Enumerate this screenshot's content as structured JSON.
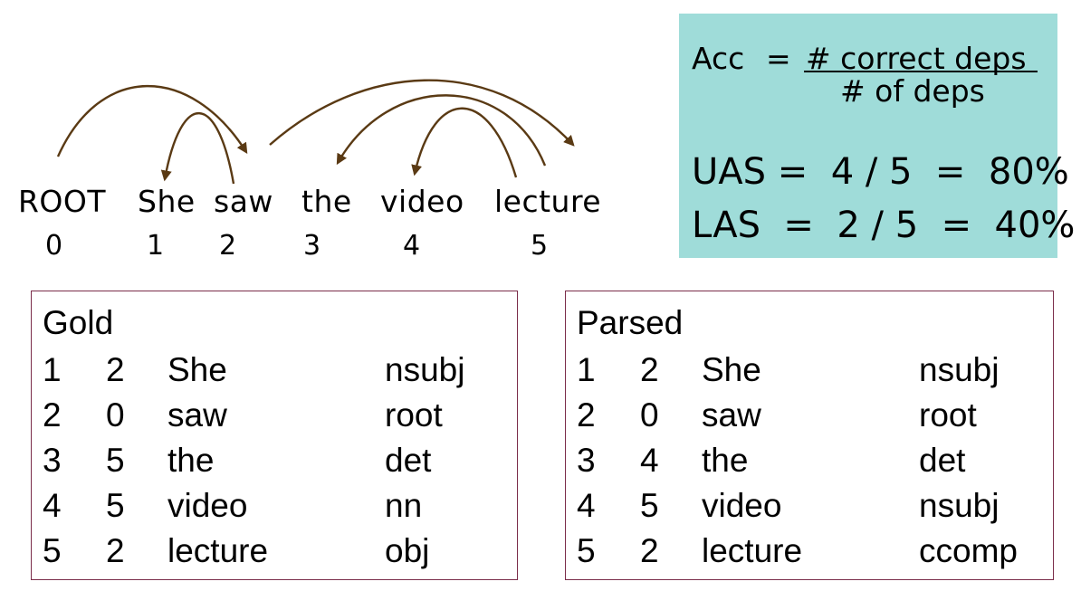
{
  "sentence": {
    "words": [
      "ROOT",
      "She",
      "saw",
      "the",
      "video",
      "lecture"
    ],
    "indices": [
      "0",
      "1",
      "2",
      "3",
      "4",
      "5"
    ]
  },
  "arc_colors": {
    "arrow": "#5a3a14"
  },
  "metrics": {
    "background": "#9fdcd9",
    "acc_label": "Acc",
    "equals": "=",
    "numerator": "# correct deps",
    "denominator": "# of deps",
    "uas": "UAS =  4 / 5  =  80%",
    "las": "LAS  =  2 / 5  =  40%"
  },
  "gold": {
    "title": "Gold",
    "rows": [
      [
        "1",
        "2",
        "She",
        "nsubj"
      ],
      [
        "2",
        "0",
        "saw",
        "root"
      ],
      [
        "3",
        "5",
        "the",
        "det"
      ],
      [
        "4",
        "5",
        "video",
        "nn"
      ],
      [
        "5",
        "2",
        "lecture",
        "obj"
      ]
    ]
  },
  "parsed": {
    "title": "Parsed",
    "rows": [
      [
        "1",
        "2",
        "She",
        "nsubj"
      ],
      [
        "2",
        "0",
        "saw",
        "root"
      ],
      [
        "3",
        "4",
        "the",
        "det"
      ],
      [
        "4",
        "5",
        "video",
        "nsubj"
      ],
      [
        "5",
        "2",
        "lecture",
        "ccomp"
      ]
    ]
  }
}
